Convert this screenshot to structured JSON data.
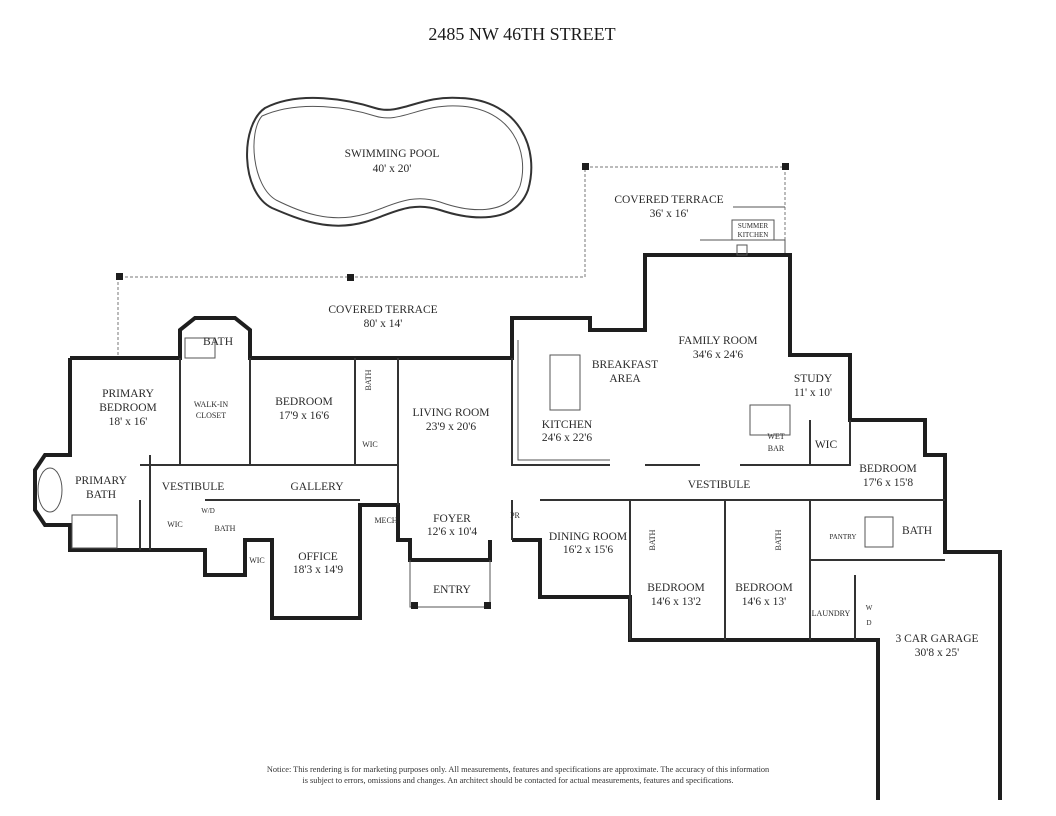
{
  "title": "2485 NW 46TH STREET",
  "rooms": {
    "pool": {
      "name": "SWIMMING POOL",
      "dims": "40' x 20'"
    },
    "terrace_upper": {
      "name": "COVERED TERRACE",
      "dims": "36' x 16'"
    },
    "summer_kitchen": {
      "line1": "SUMMER",
      "line2": "KITCHEN"
    },
    "terrace_main": {
      "name": "COVERED TERRACE",
      "dims": "80' x 14'"
    },
    "bath_top": {
      "name": "BATH"
    },
    "primary_bedroom": {
      "line1": "PRIMARY",
      "line2": "BEDROOM",
      "dims": "18' x 16'"
    },
    "walk_in_closet": {
      "line1": "WALK-IN",
      "line2": "CLOSET"
    },
    "bedroom_1": {
      "name": "BEDROOM",
      "dims": "17'9 x 16'6"
    },
    "bath_bed1": {
      "name": "BATH"
    },
    "wic_bed1": {
      "name": "WIC"
    },
    "living_room": {
      "name": "LIVING ROOM",
      "dims": "23'9 x 20'6"
    },
    "breakfast": {
      "line1": "BREAKFAST",
      "line2": "AREA"
    },
    "family_room": {
      "name": "FAMILY ROOM",
      "dims": "34'6 x 24'6"
    },
    "kitchen": {
      "name": "KITCHEN",
      "dims": "24'6 x 22'6"
    },
    "study": {
      "name": "STUDY",
      "dims": "11' x 10'"
    },
    "wet_bar": {
      "line1": "WET",
      "line2": "BAR"
    },
    "wic_bed2": {
      "name": "WIC"
    },
    "bedroom_2": {
      "name": "BEDROOM",
      "dims": "17'6 x 15'8"
    },
    "vestibule_right": {
      "name": "VESTIBULE"
    },
    "vestibule_left": {
      "name": "VESTIBULE"
    },
    "gallery": {
      "name": "GALLERY"
    },
    "primary_bath": {
      "line1": "PRIMARY",
      "line2": "BATH"
    },
    "foyer": {
      "name": "FOYER",
      "dims": "12'6 x 10'4"
    },
    "powder_room": {
      "name": "PR"
    },
    "mech": {
      "name": "MECH"
    },
    "wic_primary": {
      "name": "WIC"
    },
    "wd": {
      "name": "W/D"
    },
    "bath_office": {
      "name": "BATH"
    },
    "wic_office": {
      "name": "WIC"
    },
    "office": {
      "name": "OFFICE",
      "dims": "18'3 x 14'9"
    },
    "dining_room": {
      "name": "DINING ROOM",
      "dims": "16'2 x 15'6"
    },
    "bath_bed3": {
      "name": "BATH"
    },
    "bath_bed4": {
      "name": "BATH"
    },
    "pantry": {
      "name": "PANTRY"
    },
    "bath_bed2": {
      "name": "BATH"
    },
    "bedroom_3": {
      "name": "BEDROOM",
      "dims": "14'6 x 13'2"
    },
    "bedroom_4": {
      "name": "BEDROOM",
      "dims": "14'6 x 13'"
    },
    "laundry": {
      "name": "LAUNDRY",
      "washer": "W",
      "dryer": "D"
    },
    "entry": {
      "name": "ENTRY"
    },
    "garage": {
      "name": "3 CAR GARAGE",
      "dims": "30'8 x 25'"
    }
  },
  "notice": {
    "line1": "Notice: This rendering is for marketing purposes only. All measurements, features and specifications are approximate. The accuracy of this information",
    "line2": "is subject to errors, omissions and changes. An architect should be contacted for actual measurements, features and specifications."
  }
}
